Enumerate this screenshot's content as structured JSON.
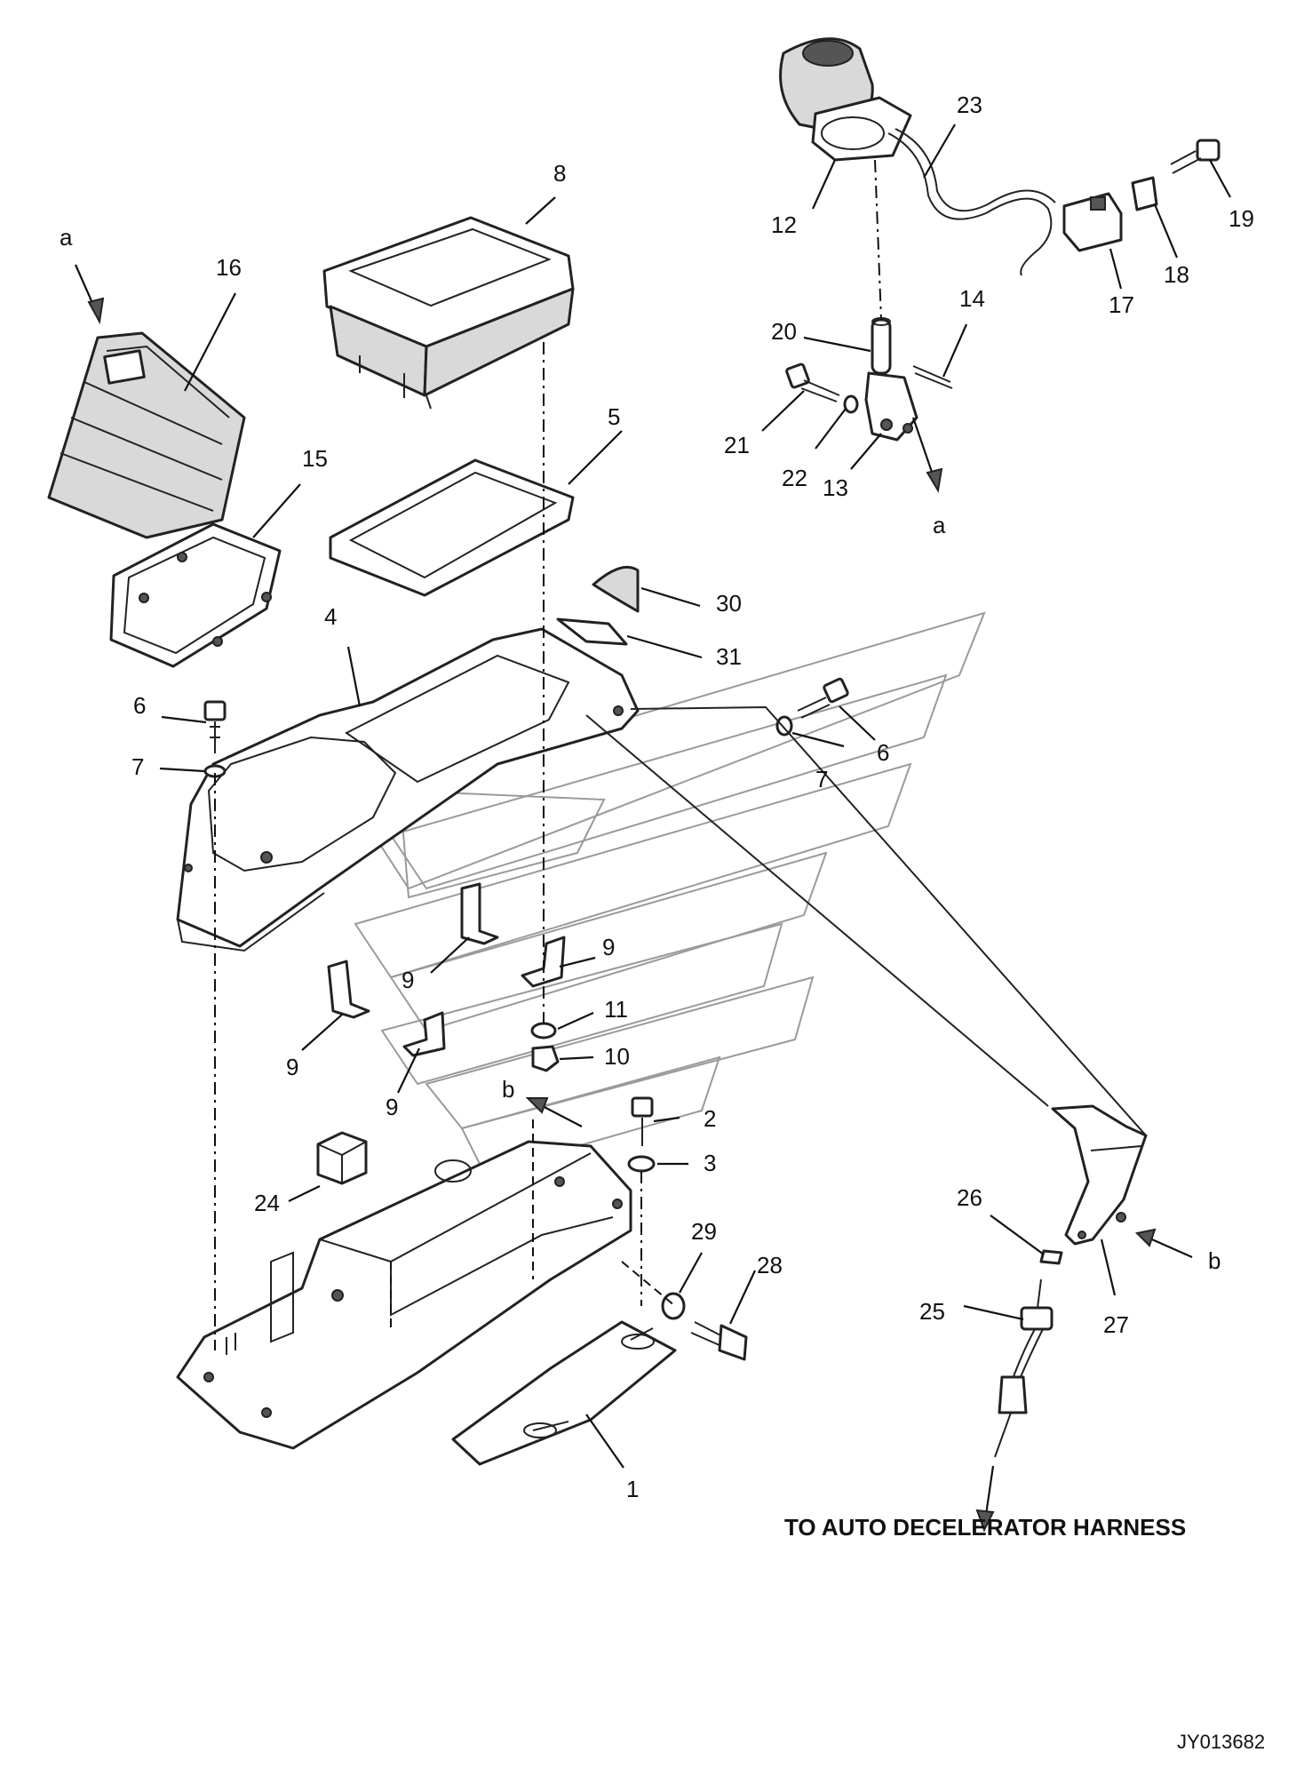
{
  "labels": {
    "p1": "1",
    "p2": "2",
    "p3": "3",
    "p4": "4",
    "p5": "5",
    "p6a": "6",
    "p6b": "6",
    "p7a": "7",
    "p7b": "7",
    "p8": "8",
    "p9a": "9",
    "p9b": "9",
    "p9c": "9",
    "p9d": "9",
    "p10": "10",
    "p11": "11",
    "p12": "12",
    "p13": "13",
    "p14": "14",
    "p15": "15",
    "p16": "16",
    "p17": "17",
    "p18": "18",
    "p19": "19",
    "p20": "20",
    "p21": "21",
    "p22": "22",
    "p23": "23",
    "p24": "24",
    "p25": "25",
    "p26": "26",
    "p27": "27",
    "p28": "28",
    "p29": "29",
    "p30": "30",
    "p31": "31"
  },
  "refs": {
    "a1": "a",
    "a2": "a",
    "b1": "b",
    "b2": "b"
  },
  "note": "TO AUTO DECELERATOR HARNESS",
  "drawing_code": "JY013682"
}
